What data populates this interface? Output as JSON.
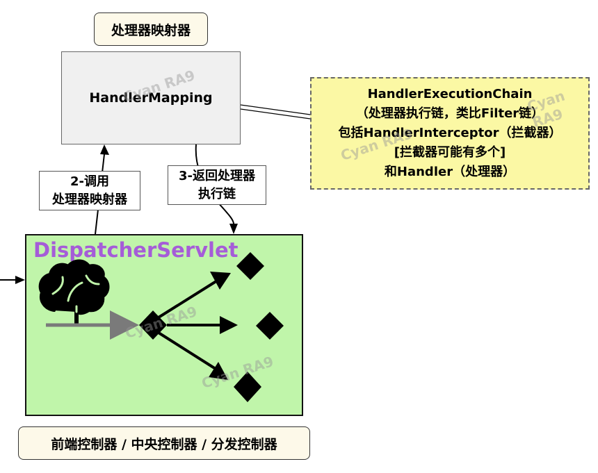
{
  "top_label": "处理器映射器",
  "handler_mapping": "HandlerMapping",
  "chain_box": {
    "lines": [
      "HandlerExecutionChain",
      "（处理器执行链，类比Filter链）",
      "包括HandlerInterceptor（拦截器）",
      "[拦截器可能有多个]",
      "和Handler（处理器）"
    ]
  },
  "call_label": {
    "line1": "2-调用",
    "line2": "处理器映射器"
  },
  "return_label": {
    "line1": "3-返回处理器",
    "line2": "执行链"
  },
  "dispatcher_title": "DispatcherServlet",
  "bottom_label": "前端控制器 / 中央控制器 / 分发控制器",
  "watermark": "Cyan RA9",
  "colors": {
    "dispatcher_fill": "#c0f5aa",
    "dispatcher_title": "#a55cd8",
    "chain_fill": "#fbf8a4",
    "mapping_fill": "#f0f0f0",
    "label_fill": "#fdf9e9"
  },
  "icons": {
    "brain": "brain-icon",
    "hub": "diamond-hub-icon"
  }
}
